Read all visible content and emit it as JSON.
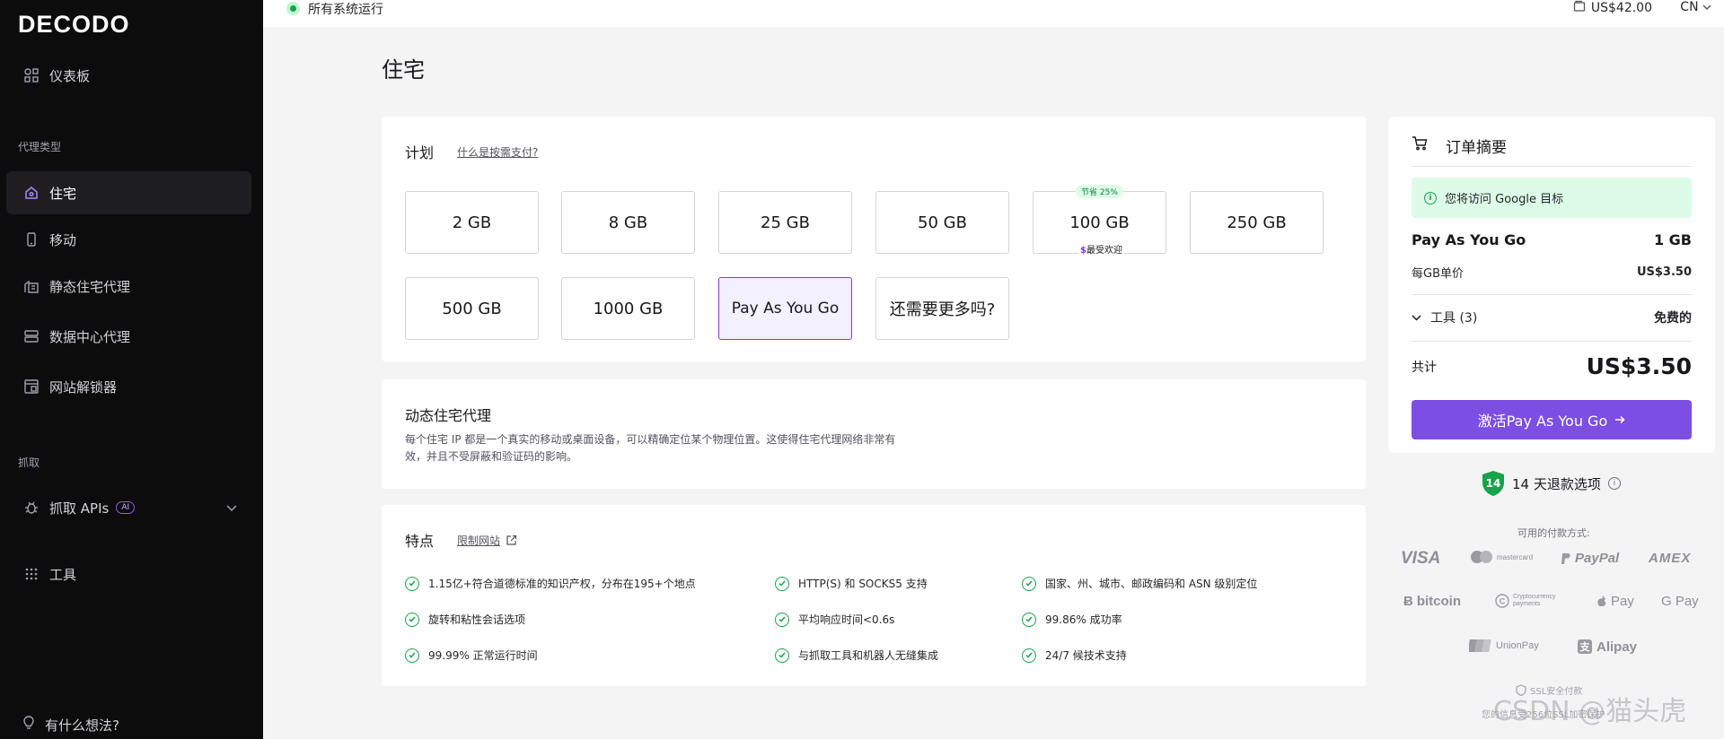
{
  "brand": "DECODO",
  "sidebar": {
    "dashboard": "仪表板",
    "proxy_section": "代理类型",
    "items": [
      {
        "label": "住宅",
        "icon": "home-icon"
      },
      {
        "label": "移动",
        "icon": "phone-icon"
      },
      {
        "label": "静态住宅代理",
        "icon": "building-icon"
      },
      {
        "label": "数据中心代理",
        "icon": "server-icon"
      },
      {
        "label": "网站解锁器",
        "icon": "unlock-icon"
      }
    ],
    "scrape_section": "抓取",
    "scrape_apis": "抓取 APIs",
    "ai_badge": "AI",
    "tools": "工具",
    "feedback": "有什么想法?"
  },
  "topbar": {
    "status": "所有系统运行",
    "balance": "US$42.00",
    "language": "CN"
  },
  "main": {
    "title": "住宅",
    "plan": {
      "heading": "计划",
      "help_link": "什么是按需支付?",
      "options": [
        "2 GB",
        "8 GB",
        "25 GB",
        "50 GB",
        "100 GB",
        "250 GB",
        "500 GB",
        "1000 GB",
        "Pay As You Go",
        "还需要更多吗?"
      ],
      "selected": "Pay As You Go",
      "save_tag": "节省 25%",
      "popular_tag_symbol": "$",
      "popular_tag": "最受欢迎"
    },
    "dynamic": {
      "title": "动态住宅代理",
      "description": "每个住宅 IP 都是一个真实的移动或桌面设备，可以精确定位某个物理位置。这使得住宅代理网络非常有效，并且不受屏蔽和验证码的影响。"
    },
    "features": {
      "heading": "特点",
      "restricted_link": "限制网站",
      "items": [
        "1.15亿+符合道德标准的知识产权，分布在195+个地点",
        "HTTP(S) 和 SOCKS5 支持",
        "国家、州、城市、邮政编码和 ASN 级别定位",
        "旋转和粘性会话选项",
        "平均响应时间<0.6s",
        "99.86% 成功率",
        "99.99% 正常运行时间",
        "与抓取工具和机器人无缝集成",
        "24/7 候技术支持"
      ]
    }
  },
  "order": {
    "title": "订单摘要",
    "alert": "您将访问 Google 目标",
    "plan_name": "Pay As You Go",
    "plan_amount": "1 GB",
    "unit_label": "每GB单价",
    "unit_price": "US$3.50",
    "tools_label": "工具 (3)",
    "tools_value": "免费的",
    "total_label": "共计",
    "total_value": "US$3.50",
    "activate_label": "激活Pay As You Go"
  },
  "refund": {
    "days": "14",
    "text": "14 天退款选项"
  },
  "payments": {
    "label": "可用的付款方式:",
    "methods": [
      "VISA",
      "mastercard",
      "PayPal",
      "AMEX",
      "bitcoin",
      "Cryptocurrency payments",
      "Pay",
      "G Pay",
      "UnionPay",
      "Alipay"
    ]
  },
  "ssl": {
    "title": "SSL安全付款",
    "subtitle": "您的信息受256位SSL加密保护"
  },
  "watermark": "CSDN @猫头虎",
  "colors": {
    "accent": "#7c4ee3",
    "success": "#16a34a",
    "sidebar_bg": "#0c0c0d"
  }
}
